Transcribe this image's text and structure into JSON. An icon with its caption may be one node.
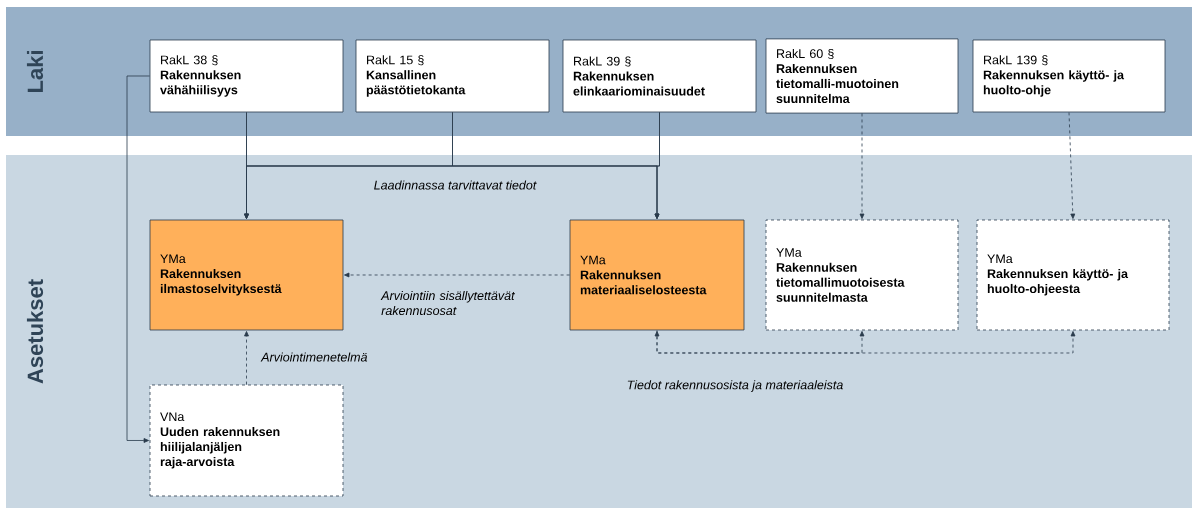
{
  "diagram": {
    "nodes": [
      {
        "text": [
          "Laki"
        ]
      },
      {
        "text": [
          "Asetukset"
        ]
      },
      {
        "text": [
          "RakL 38 §",
          "Rakennuksen vähähiilisyys"
        ],
        "in": 0
      },
      {
        "text": [
          "RakL 15 §",
          "Kansallinen päästötietokanta"
        ],
        "in": 0
      },
      {
        "text": [
          "RakL 39 §",
          "Rakennuksen elinkaariominaisuudet"
        ],
        "in": 0
      },
      {
        "text": [
          "RakL 60 §",
          "Rakennuksen tietomalli-muotoinen suunnitelma"
        ],
        "in": 0
      },
      {
        "text": [
          "RakL 139 §",
          "Rakennuksen käyttö- ja huolto-ohje"
        ],
        "in": 0
      },
      {
        "text": [
          "YMa",
          "Rakennuksen ilmastoselvityksestä"
        ],
        "in": 1
      },
      {
        "text": [
          "YMa",
          "Rakennuksen materiaaliselosteesta"
        ],
        "in": 1
      },
      {
        "text": [
          "YMa",
          "Rakennuksen tietomallimuotoisesta suunnitelmasta"
        ],
        "in": 1
      },
      {
        "text": [
          "YMa",
          "Rakennuksen käyttö- ja huolto-ohjeesta"
        ],
        "in": 1
      },
      {
        "text": [
          "VNa",
          "Uuden rakennuksen hiilijalanjäljen raja-arvoista"
        ],
        "in": 1
      }
    ],
    "edges": [
      {
        "from": 2,
        "to": 7,
        "arrow": "to"
      },
      {
        "from": 3,
        "to": 7,
        "arrow": "to"
      },
      {
        "from": 4,
        "to": 7,
        "arrow": "to"
      },
      {
        "from": 2,
        "to": 8,
        "arrow": "to"
      },
      {
        "from": 3,
        "to": 8,
        "arrow": "to",
        "label": "Laadinnassa tarvittavat tiedot"
      },
      {
        "from": 4,
        "to": 8,
        "arrow": "to"
      },
      {
        "from": 2,
        "to": 11,
        "arrow": "to"
      },
      {
        "from": 5,
        "to": 9,
        "arrow": "to",
        "style": "dashed"
      },
      {
        "from": 6,
        "to": 10,
        "arrow": "to",
        "style": "dashed"
      },
      {
        "from": 8,
        "to": 7,
        "arrow": "to",
        "style": "dashed",
        "label": "Arviointiin sisällytettävät rakennusosat"
      },
      {
        "from": 11,
        "to": 7,
        "arrow": "to",
        "style": "dashed",
        "label": "Arviointimenetelmä"
      },
      {
        "from": 8,
        "to": 9,
        "arrow": "both",
        "style": "dashed",
        "label": "Tiedot rakennusosista ja materiaaleista"
      },
      {
        "from": 8,
        "to": 10,
        "arrow": "to",
        "style": "dashed"
      }
    ]
  }
}
